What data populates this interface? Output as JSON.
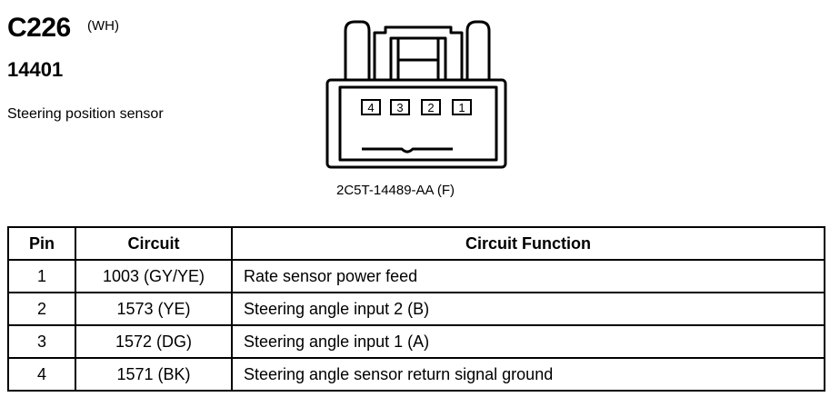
{
  "header": {
    "connector_id": "C226",
    "connector_color": "(WH)",
    "part_number": "14401",
    "description": "Steering position sensor"
  },
  "connector": {
    "pin_labels": [
      "4",
      "3",
      "2",
      "1"
    ],
    "part_label": "2C5T-14489-AA (F)"
  },
  "table": {
    "headers": {
      "pin": "Pin",
      "circuit": "Circuit",
      "function": "Circuit Function"
    },
    "rows": [
      {
        "pin": "1",
        "circuit": "1003 (GY/YE)",
        "function": "Rate sensor power feed"
      },
      {
        "pin": "2",
        "circuit": "1573 (YE)",
        "function": "Steering angle input 2 (B)"
      },
      {
        "pin": "3",
        "circuit": "1572 (DG)",
        "function": "Steering angle input 1 (A)"
      },
      {
        "pin": "4",
        "circuit": "1571 (BK)",
        "function": "Steering angle sensor return signal ground"
      }
    ]
  }
}
